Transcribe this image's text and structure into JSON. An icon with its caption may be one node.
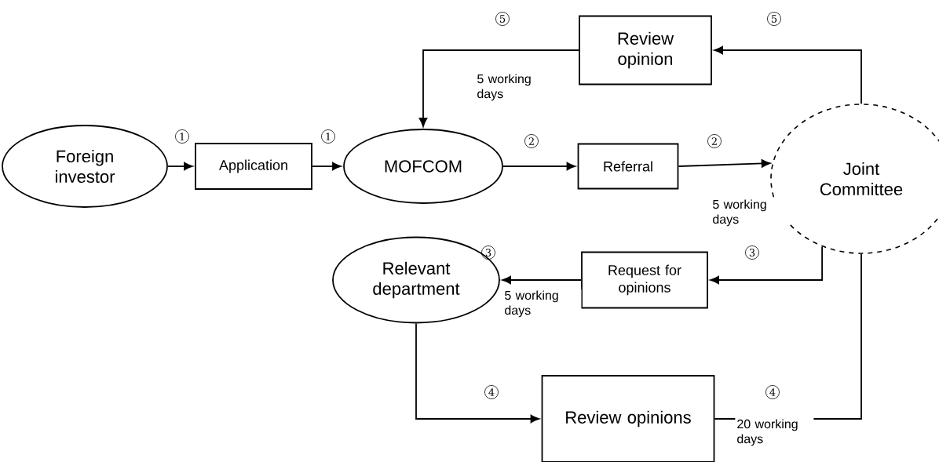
{
  "diagram": {
    "nodes": [
      {
        "text": [
          "Foreign investor"
        ]
      },
      {
        "text": [
          "Application"
        ]
      },
      {
        "text": [
          "MOFCOM"
        ]
      },
      {
        "text": [
          "Referral"
        ]
      },
      {
        "text": [
          "Joint Committee"
        ]
      },
      {
        "text": [
          "Review opinion"
        ]
      },
      {
        "text": [
          "Request for opinions"
        ]
      },
      {
        "text": [
          "Relevant department"
        ]
      },
      {
        "text": [
          "Review opinions"
        ]
      }
    ],
    "edges": [
      {
        "from": 0,
        "to": 1,
        "arrow": "to"
      },
      {
        "from": 1,
        "to": 2,
        "arrow": "to"
      },
      {
        "from": 2,
        "to": 3,
        "arrow": "to"
      },
      {
        "from": 3,
        "to": 4,
        "arrow": "to",
        "label": "5 working days"
      },
      {
        "from": 4,
        "to": 5,
        "arrow": "to"
      },
      {
        "from": 5,
        "to": 2,
        "arrow": "to",
        "label": "5 working days"
      },
      {
        "from": 4,
        "to": 6,
        "arrow": "to"
      },
      {
        "from": 6,
        "to": 7,
        "arrow": "to",
        "label": "5 working days"
      },
      {
        "from": 7,
        "to": 8,
        "arrow": "to"
      },
      {
        "from": 8,
        "to": 4,
        "arrow": "none",
        "label": "20 working days"
      }
    ],
    "labels": [
      "5",
      "5",
      "1",
      "1",
      "2",
      "2",
      "3",
      "3",
      "4",
      "4"
    ]
  }
}
